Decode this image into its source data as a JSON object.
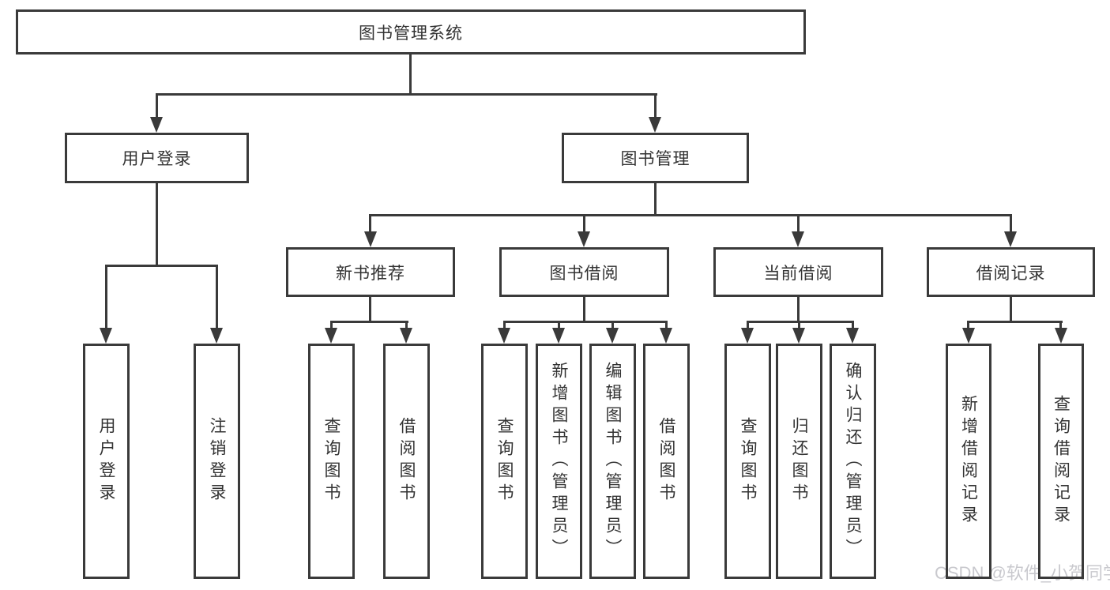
{
  "diagram": {
    "root": "图书管理系统",
    "level2": {
      "user_login": "用户登录",
      "book_management": "图书管理"
    },
    "level3": {
      "new_book_recommend": "新书推荐",
      "book_borrow": "图书借阅",
      "current_borrow": "当前借阅",
      "borrow_records": "借阅记录"
    },
    "leaves": {
      "user_login": "用户登录",
      "logout": "注销登录",
      "nb_query_books": "查询图书",
      "nb_borrow_books": "借阅图书",
      "bb_query_books": "查询图书",
      "bb_add_books_admin": "新增图书（管理员）",
      "bb_edit_books_admin": "编辑图书（管理员）",
      "bb_borrow_books": "借阅图书",
      "cb_query_books": "查询图书",
      "cb_return_books": "归还图书",
      "cb_confirm_return_admin": "确认归还（管理员）",
      "br_add_record": "新增借阅记录",
      "br_query_record": "查询借阅记录"
    }
  },
  "watermark": {
    "text": "CSDN @软件_小贺同学",
    "color": "#c9c9ce"
  },
  "colors": {
    "line": "#3a3a3a",
    "text": "#333333",
    "background": "#ffffff"
  }
}
